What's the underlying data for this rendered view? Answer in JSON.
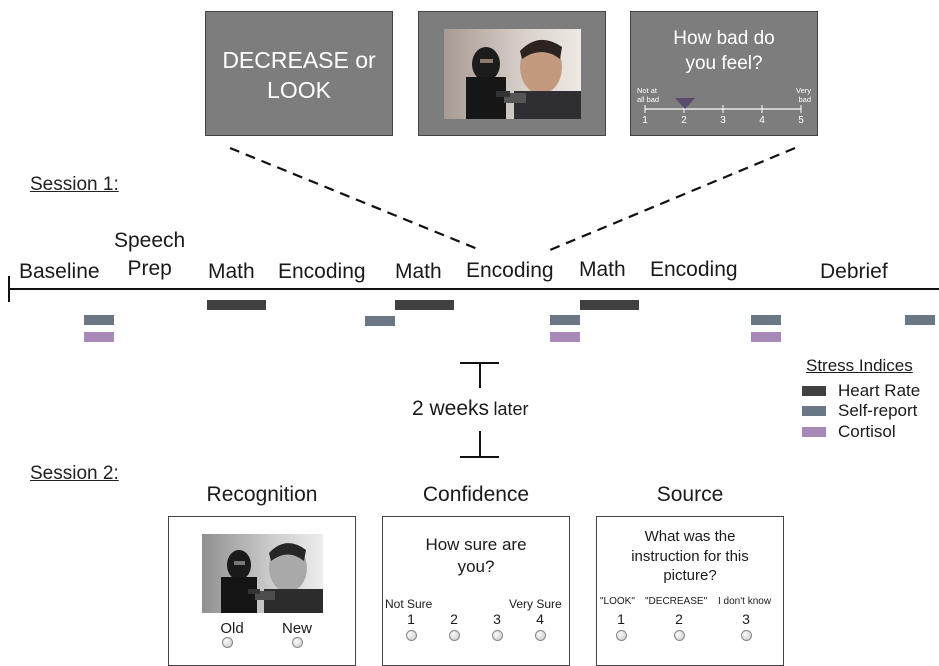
{
  "top_cards": {
    "instruction": {
      "line1": "DECREASE or",
      "line2": "LOOK"
    },
    "rating": {
      "question_line1": "How bad do",
      "question_line2": "you feel?",
      "left_anchor_line1": "Not at",
      "left_anchor_line2": "all bad",
      "right_anchor_line1": "Very",
      "right_anchor_line2": "bad",
      "ticks": [
        "1",
        "2",
        "3",
        "4",
        "5"
      ],
      "selected": 2
    }
  },
  "session1": {
    "label": "Session 1:",
    "phases": {
      "baseline": "Baseline",
      "speech_prep_line1": "Speech",
      "speech_prep_line2": "Prep",
      "math1": "Math",
      "encoding1": "Encoding",
      "math2": "Math",
      "encoding2": "Encoding",
      "math3": "Math",
      "encoding3": "Encoding",
      "debrief": "Debrief"
    }
  },
  "interval": {
    "label_big": "2 weeks",
    "label_small": "later"
  },
  "legend": {
    "title": "Stress Indices",
    "items": [
      {
        "label": "Heart Rate",
        "color": "#404040"
      },
      {
        "label": "Self-report",
        "color": "#6a7885"
      },
      {
        "label": "Cortisol",
        "color": "#a888b8"
      }
    ]
  },
  "session2": {
    "label": "Session 2:",
    "recognition": {
      "title": "Recognition",
      "options": [
        "Old",
        "New"
      ]
    },
    "confidence": {
      "title": "Confidence",
      "question_line1": "How sure are",
      "question_line2": "you?",
      "left_anchor": "Not Sure",
      "right_anchor": "Very Sure",
      "options": [
        "1",
        "2",
        "3",
        "4"
      ]
    },
    "source": {
      "title": "Source",
      "question_line1": "What was the",
      "question_line2": "instruction for this",
      "question_line3": "picture?",
      "option_labels": [
        "\"LOOK\"",
        "\"DECREASE\"",
        "I don't know"
      ],
      "options": [
        "1",
        "2",
        "3"
      ]
    }
  },
  "colors": {
    "heart_rate": "#404040",
    "self_report": "#6a7885",
    "cortisol": "#a888b8",
    "card_gray": "#7d7d7d"
  }
}
